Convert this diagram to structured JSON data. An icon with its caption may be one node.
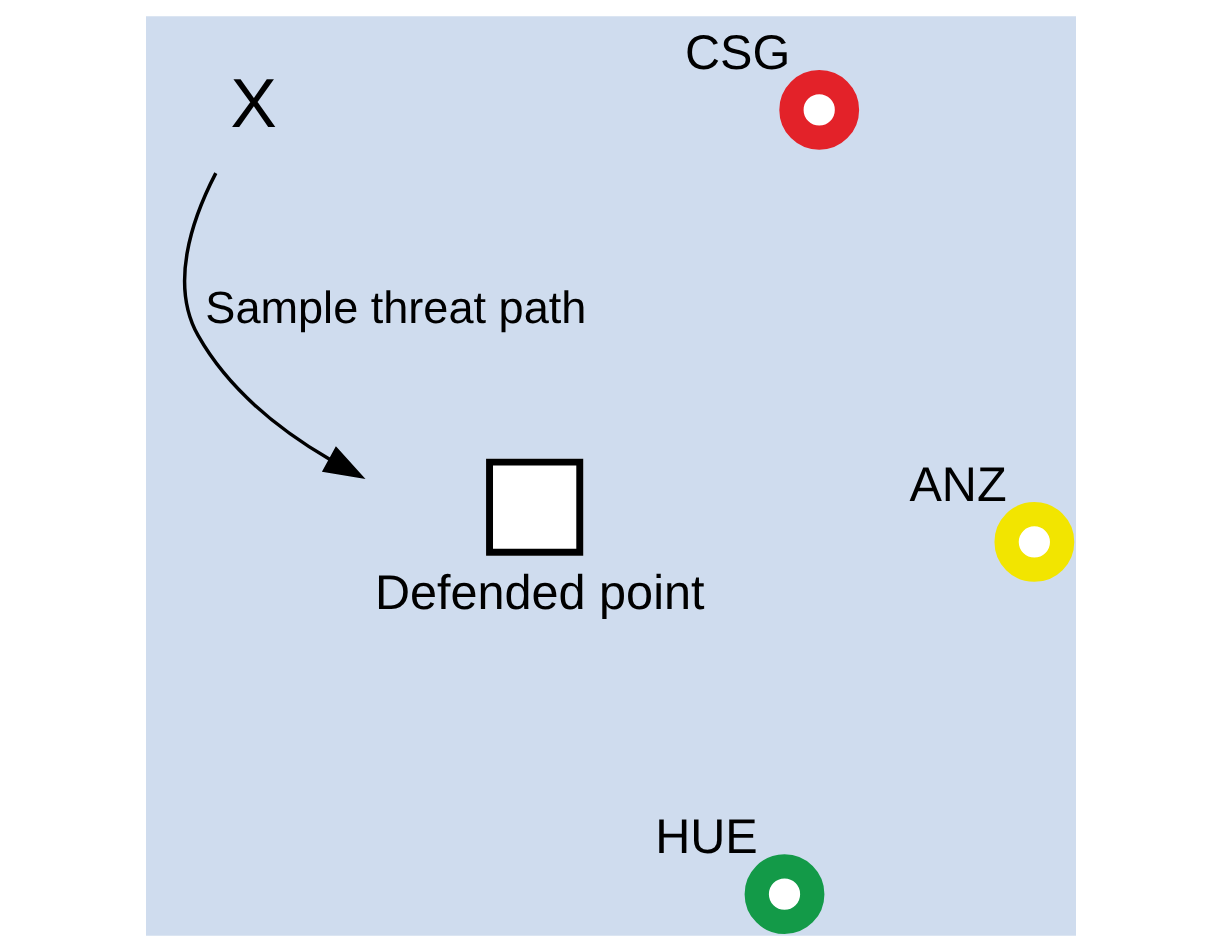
{
  "diagram": {
    "nodes": [
      {
        "text": [
          "X"
        ]
      },
      {
        "text": [
          "CSG"
        ]
      },
      {
        "text": [
          "Defended point"
        ]
      },
      {
        "text": [
          "ANZ"
        ]
      },
      {
        "text": [
          "HUE"
        ]
      }
    ],
    "edges": [
      {
        "from": 0,
        "to": 2,
        "arrow": "to",
        "label": "Sample threat path"
      }
    ]
  }
}
